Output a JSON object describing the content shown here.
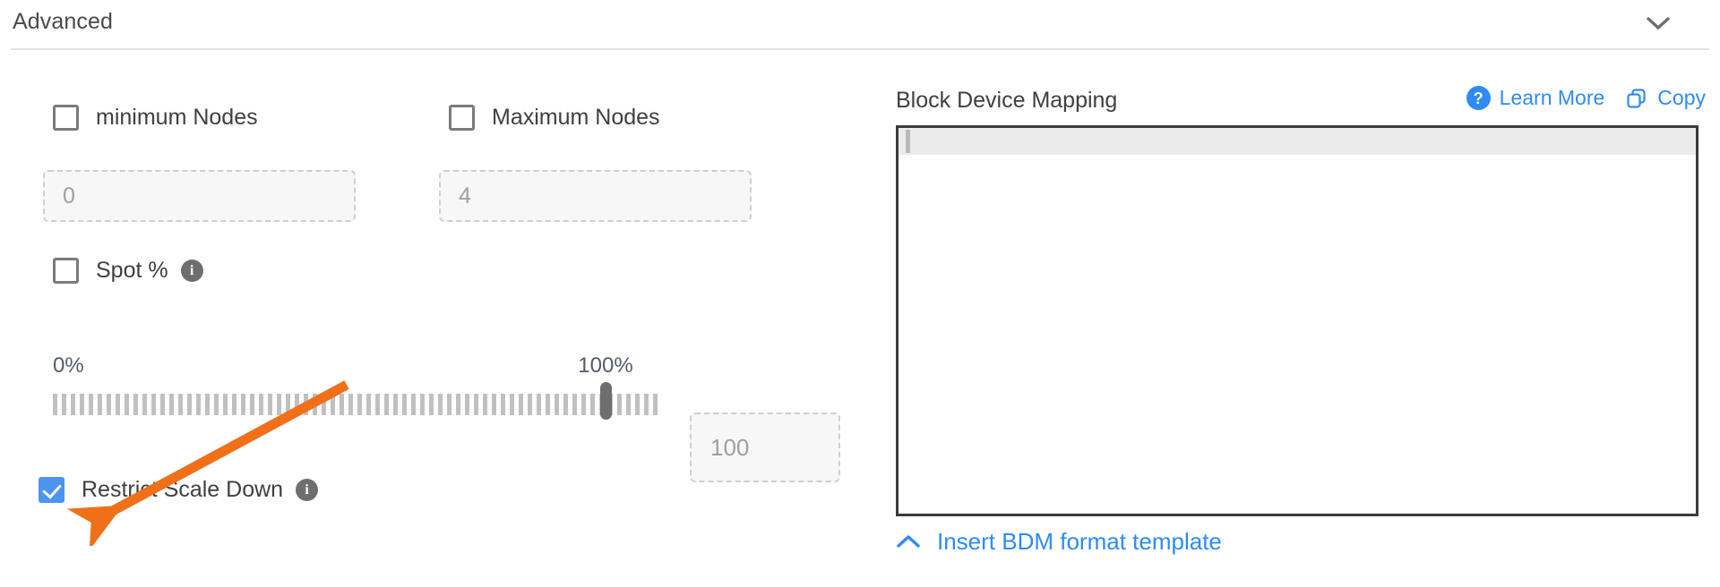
{
  "header": {
    "title": "Advanced",
    "collapse_icon": "chevron-down-icon"
  },
  "advanced": {
    "min_nodes": {
      "label": "minimum Nodes",
      "checked": false,
      "input_placeholder": "0",
      "input_value": ""
    },
    "max_nodes": {
      "label": "Maximum Nodes",
      "checked": false,
      "input_placeholder": "4",
      "input_value": ""
    },
    "spot_percent": {
      "label": "Spot %",
      "checked": false,
      "info_icon": "info-icon",
      "slider": {
        "min_label": "0%",
        "max_label": "100%",
        "min": 0,
        "max": 100,
        "value": 100,
        "value_box_placeholder": "100"
      }
    },
    "restrict_scale_down": {
      "label": "Restrict Scale Down",
      "checked": true,
      "info_icon": "info-icon"
    }
  },
  "block_device_mapping": {
    "title": "Block Device Mapping",
    "learn_more": {
      "label": "Learn More",
      "icon": "help-circle-icon"
    },
    "copy": {
      "label": "Copy",
      "icon": "copy-icon"
    },
    "editor": {
      "content": "",
      "cursor_line": 1
    },
    "insert_template": {
      "label": "Insert BDM format template",
      "icon": "chevron-up-icon"
    }
  },
  "annotation": {
    "type": "arrow",
    "color": "#f07019",
    "points_to": "restrict-scale-down-checkbox"
  },
  "colors": {
    "accent_blue": "#2e8bf5",
    "checkbox_blue": "#4d94ef",
    "annotation_orange": "#f07019",
    "text_dark": "#3f3f3f",
    "text_muted": "#a0a0a0"
  }
}
